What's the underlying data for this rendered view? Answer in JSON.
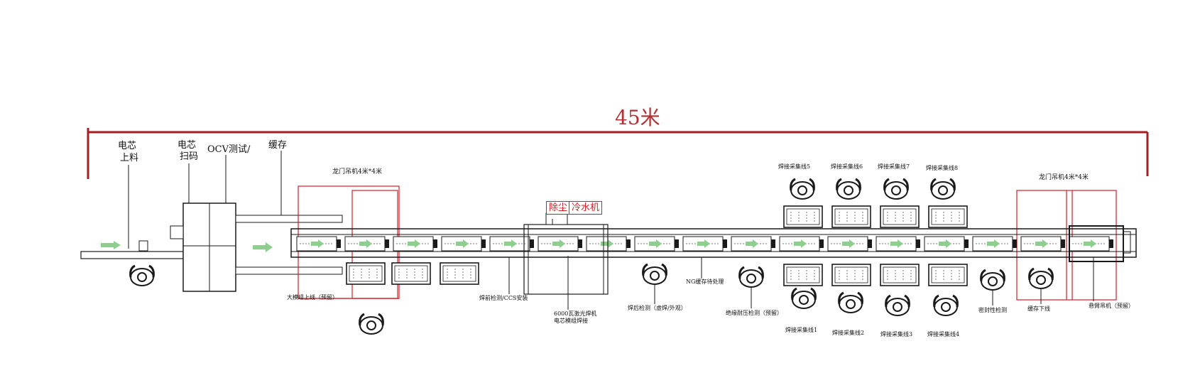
{
  "dimension": {
    "label": "45米",
    "color": "#a41e22"
  },
  "colors": {
    "line": "#1a1a1a",
    "red": "#d0202a",
    "arrow": "#8fce8f"
  },
  "labels": {
    "cell_loading": [
      "电芯",
      "上料"
    ],
    "cell_scan": [
      "电芯",
      "扫码"
    ],
    "ocv_test": "OCV测试/",
    "buffer": "缓存",
    "gantry_left": "龙门吊机4米*4米",
    "gantry_right": "龙门吊机4米*4米",
    "dust_removal": "除尘",
    "chiller": "冷水机",
    "weld_line_5": "焊接采集线5",
    "weld_line_6": "焊接采集线6",
    "weld_line_7": "焊接采集线7",
    "weld_line_8": "焊接采集线8",
    "weld_line_1": "焊接采集线1",
    "weld_line_2": "焊接采集线2",
    "weld_line_3": "焊接采集线3",
    "weld_line_4": "焊接采集线4",
    "module_onboard": "大模组上线（预留）",
    "pre_weld_check": "焊前检测/CCS安装",
    "laser_welder": [
      "6000瓦激光焊机",
      "电芯模组焊接"
    ],
    "post_weld_check": "焊后检测（虚焊/外观）",
    "ng_buffer": "NG缓存待处理",
    "insulation_test": "绝缘耐压检测（预留）",
    "seal_test": "密封性检测",
    "buffer_offload": "缓存下线",
    "cantilever_crane": "悬臂吊机（预留）"
  }
}
